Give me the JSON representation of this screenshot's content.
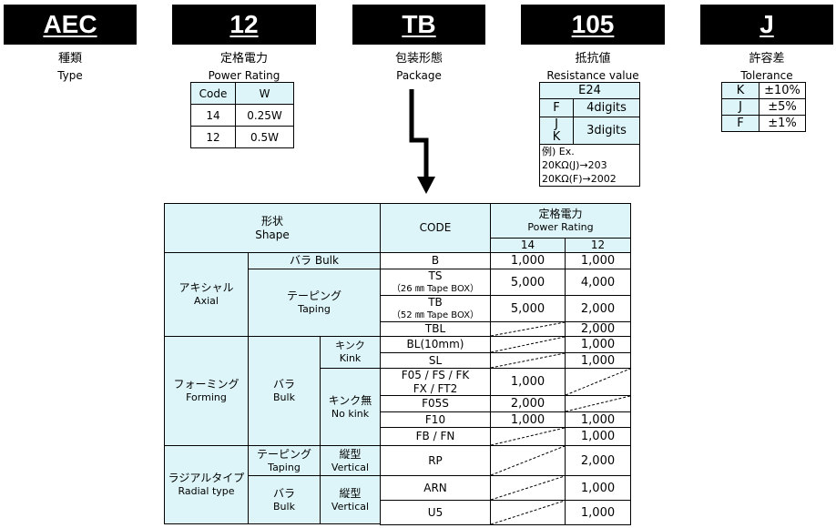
{
  "header": {
    "codes": [
      "AEC",
      "12",
      "TB",
      "105",
      "J"
    ],
    "type_jp": "種類",
    "type_en": "Type",
    "rating_jp": "定格電力",
    "rating_en": "Power Rating",
    "package_jp": "包装形態",
    "package_en": "Package",
    "resistance_jp": "抵抗値",
    "resistance_en": "Resistance value",
    "tolerance_jp": "許容差",
    "tolerance_en": "Tolerance"
  },
  "power_table": {
    "head": [
      "Code",
      "W"
    ],
    "rows": [
      [
        "14",
        "0.25W"
      ],
      [
        "12",
        "0.5W"
      ]
    ]
  },
  "resistance_table": {
    "series": "E24",
    "f_code": "F",
    "f_desc": "4digits",
    "jk_code_j": "J",
    "jk_code_k": "K",
    "jk_desc": "3digits",
    "ex1": "例) Ex.",
    "ex2": "20KΩ(J)→203",
    "ex3": "20KΩ(F)→2002"
  },
  "tolerance_table": {
    "rows": [
      [
        "K",
        "±10%"
      ],
      [
        "J",
        "±5%"
      ],
      [
        "F",
        "±1%"
      ]
    ]
  },
  "main_table": {
    "shape_jp": "形状",
    "shape_en": "Shape",
    "code_head": "CODE",
    "rating_jp": "定格電力",
    "rating_en": "Power Rating",
    "col14": "14",
    "col12": "12",
    "axial_jp": "アキシャル",
    "axial_en": "Axial",
    "bara_bulk": "バラ Bulk",
    "taping_jp": "テーピング",
    "taping_en": "Taping",
    "forming_jp": "フォーミング",
    "forming_en": "Forming",
    "bara_jp": "バラ",
    "bulk_en": "Bulk",
    "kink_jp": "キンク",
    "kink_en": "Kink",
    "nokink_jp": "キンク無",
    "nokink_en": "No kink",
    "radial_jp": "ラジアルタイプ",
    "radial_en": "Radial type",
    "vertical_jp": "縦型",
    "vertical_en": "Vertical",
    "rows": [
      {
        "code": "B",
        "sub": "",
        "v14": "1,000",
        "v12": "1,000"
      },
      {
        "code": "TS",
        "sub": "（26 ㎜ Tape BOX）",
        "v14": "5,000",
        "v12": "4,000"
      },
      {
        "code": "TB",
        "sub": "（52 ㎜ Tape BOX）",
        "v14": "5,000",
        "v12": "2,000"
      },
      {
        "code": "TBL",
        "sub": "",
        "v14": "",
        "v12": "2,000"
      },
      {
        "code": "BL(10mm)",
        "sub": "",
        "v14": "",
        "v12": "1,000"
      },
      {
        "code": "SL",
        "sub": "",
        "v14": "",
        "v12": "1,000"
      },
      {
        "code": "F05 / FS / FK",
        "sub": "FX / FT2",
        "v14": "1,000",
        "v12": ""
      },
      {
        "code": "F05S",
        "sub": "",
        "v14": "2,000",
        "v12": ""
      },
      {
        "code": "F10",
        "sub": "",
        "v14": "1,000",
        "v12": "1,000"
      },
      {
        "code": "FB / FN",
        "sub": "",
        "v14": "",
        "v12": "1,000"
      },
      {
        "code": "RP",
        "sub": "",
        "v14": "",
        "v12": "2,000"
      },
      {
        "code": "ARN",
        "sub": "",
        "v14": "",
        "v12": "1,000"
      },
      {
        "code": "U5",
        "sub": "",
        "v14": "",
        "v12": "1,000"
      }
    ]
  }
}
